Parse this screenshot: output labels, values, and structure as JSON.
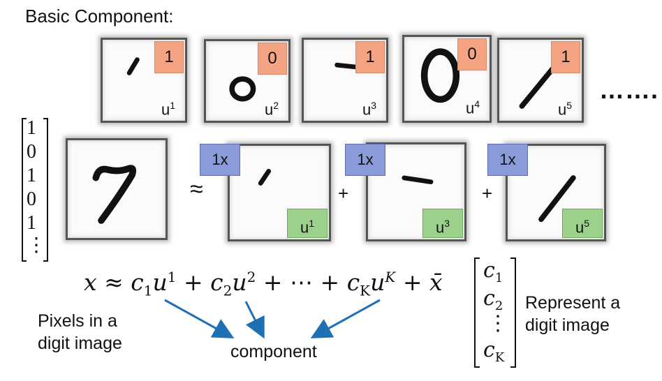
{
  "title": "Basic Component:",
  "basis": [
    {
      "tag": "1",
      "label": "u",
      "sup": "1"
    },
    {
      "tag": "0",
      "label": "u",
      "sup": "2"
    },
    {
      "tag": "1",
      "label": "u",
      "sup": "3"
    },
    {
      "tag": "0",
      "label": "u",
      "sup": "4"
    },
    {
      "tag": "1",
      "label": "u",
      "sup": "5"
    }
  ],
  "ellipsis": "…….",
  "coefficient_vector": [
    "1",
    "0",
    "1",
    "0",
    "1",
    "⋮"
  ],
  "approx_symbol": "≈",
  "plus_symbol": "+",
  "terms": [
    {
      "coef": "1x",
      "label": "u",
      "sup": "1"
    },
    {
      "coef": "1x",
      "label": "u",
      "sup": "3"
    },
    {
      "coef": "1x",
      "label": "u",
      "sup": "5"
    }
  ],
  "formula": {
    "x": "x",
    "approx": "≈",
    "c": "c",
    "u": "u",
    "s1": "1",
    "s2": "2",
    "sK": "K",
    "sup1": "1",
    "sup2": "2",
    "supK": "K",
    "plus": "+",
    "ellipsis": "⋯",
    "xbar": "x̄"
  },
  "c_vector": [
    "c",
    "1",
    "c",
    "2",
    "⋮",
    "c",
    "K"
  ],
  "notes": {
    "pixels": [
      "Pixels in a",
      "digit image"
    ],
    "component": "component",
    "represent": [
      "Represent a",
      "digit image"
    ]
  },
  "colors": {
    "tag_red": "#f4a483",
    "tag_blue": "#8b9bd9",
    "tag_green": "#9bd18a",
    "arrow": "#1f6fb5"
  }
}
